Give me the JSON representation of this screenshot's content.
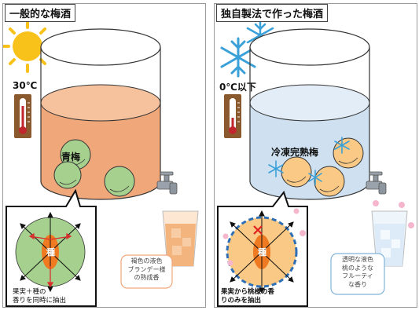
{
  "left_panel": {
    "title": "一般的な梅酒",
    "temperature": "30℃",
    "tank_label": "青梅",
    "seed_label": "種",
    "inset_caption": "果実＋種の\n香りを同時に抽出",
    "glass_note": "褐色の液色\nブランデー様\nの熟成香",
    "colors": {
      "liquid": "#f0a77a",
      "plum": "#a5d08e",
      "sun": "#f8c21b"
    }
  },
  "right_panel": {
    "title": "独自製法で作った梅酒",
    "temperature": "0℃以下",
    "tank_label": "冷凍完熟梅",
    "seed_label": "種",
    "inset_caption": "果実から桃様の香\nりのみを抽出",
    "glass_note": "透明な液色\n桃のような\nフルーティ\nな香り",
    "colors": {
      "liquid": "#cfe1f1",
      "plum": "#f9c985",
      "snow": "#3aa0d8"
    }
  }
}
